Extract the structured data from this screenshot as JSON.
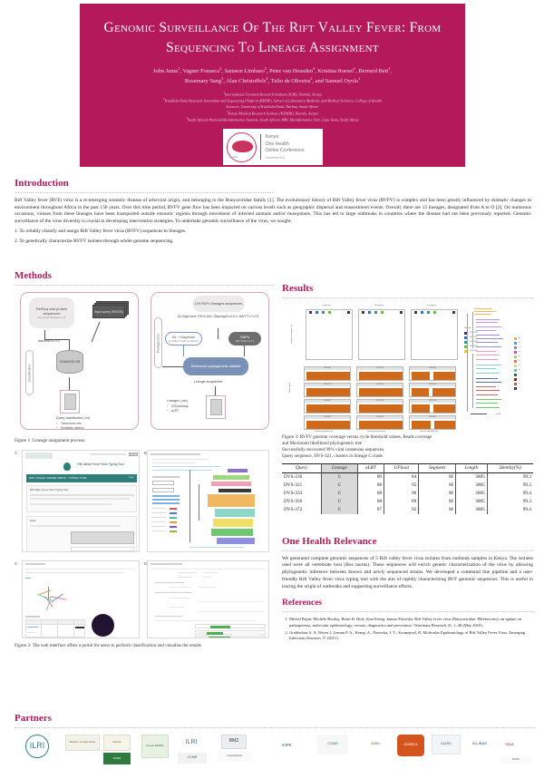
{
  "poster": {
    "title": "Genomic Surveillance of the Rift Valley fever: from Sequencing to Lineage assignment",
    "authors": "John Juma1, Vagner Fonseca2, Samson Limbaso3, Peter van Heusden4, Kristina Roesel1, Bernard Bett1, Rosemary Sang3, Alan Christoffels4, Tulio de Oliveira2, and Samuel Oyola1",
    "affiliations": [
      "1International Livestock Research Institute (ILRI), Nairobi, Kenya",
      "2KwaZulu-Natal Research Innovation and Sequencing Platform (KRISP), School of Laboratory Medicine and Medical Sciences, College of Health Sciences, University of KwaZulu-Natal, Durban, South Africa.",
      "3Kenya Medical Research Institute (KEMRI), Nairobi, Kenya",
      "4South African National Bioinformatics Institute, South African MRC Bioinformatics Unit, Cape Town, South Africa"
    ],
    "conference": {
      "line1": "Kenya",
      "line2": "One Health",
      "line3": "Online Conference",
      "dates": "December 6-8",
      "logo_caption": "AHH"
    },
    "banner_color": "#b4195a",
    "accent_color": "#b4195a"
  },
  "introduction": {
    "heading": "Introduction",
    "paragraph": "Rift Valley fever (RVF) virus is a re-emerging zoonotic disease of arboviral origin, and belonging to the Bunyaviridae family [1]. The evolutionary history of Rift Valley fever virus (RVFV) is complex and has been greatly influenced by dramatic changes to environment throughout Africa in the past 150 years. Over this time period, RVFV gene flow has been impacted on various levels such as geographic dispersal and reassortment events. Overall, there are 15 lineages, designated from A to O [2]. On numerous occasions, viruses from these lineages have been transported outside enzootic regions through movement of infected animals and/or mosquitoes. This has led to large outbreaks in countries where the disease had not been previously reported. Genomic surveillance of the virus diversity is crucial in developing intervention strategies. To undertake genomic surveillance of the virus, we sought:",
    "objectives": [
      "1. To reliably classify and assign Rift Valley fever virus (RVFV) sequences to lineages.",
      "2. To genetically characterize RVFV isolates through whole genome sequencing."
    ]
  },
  "methods": {
    "heading": "Methods",
    "diagram": {
      "panel_a_label": "Classification",
      "panel_b_label": "Phylogenetics",
      "nodes": {
        "refseq": "RefSeq viral protein sequences",
        "refseq_sub": "with protein download v2.10",
        "input_query": "Input query (FASTA)",
        "diamond_db": "DIAMOND DB",
        "diamond_version": "diamond v2.0.9",
        "lineage_seqs": "129 RVFv lineages sequences",
        "qc_align": "QC/Alignment: VIRULIGN, Seqmagick v0.8.4, MAFFT v7.475",
        "ml_bayes": "ML + Bayesian",
        "ml_bayes_sub": "IQ-TREE, PhyML and BEAST",
        "snps": "SNPs",
        "snps_sub": "SNP-SITES v2.5.1",
        "reference_dataset": "Reference phylogenetic dataset",
        "lineage_assignment": "Lineage assignment",
        "out_a_title": "Query classification (.txt)",
        "out_a_items": [
          "Taxonomic info",
          "Similarity metrics"
        ],
        "out_b_title": "Lineages (.csv)",
        "out_b_items": [
          "UFbootstrap",
          "aLRT"
        ]
      }
    },
    "figure1_caption": "Figure 1:  Lineage assignment process.",
    "figure2_caption": "Figure 2: The web interface offers a portal for users to perform classification and visualise the results",
    "webui": {
      "panel_a": "A",
      "panel_b": "B",
      "panel_c": "C",
      "panel_d": "D",
      "app_title": "Rift Valley Fever Virus Typing Tool",
      "navbar_title": "RIFT VALLEY FEVER VIRUS - TYPING TOOL",
      "nav_links": [
        "Home",
        "About",
        "Contact",
        "Help"
      ],
      "nav_button": "Login",
      "section_heading": "Rift Valley Fever Virus Typing Tool",
      "input_label": "Input",
      "upload_button": "Choose file",
      "submit_button": "Start subtyping",
      "results_heading": "RESULTS",
      "assignment_heading": "SEQUENCE ASSIGNMENT",
      "table_headers": [
        "Sequence",
        "Segment seq",
        "Genotype",
        "Report"
      ]
    }
  },
  "results": {
    "heading": "Results",
    "figure3_caption_lines": [
      "Figure 3: RVFV genome coverage versus cycle threshold values, Reads coverage",
      "and Maximum likelihood phylogenetic tree",
      "Successfully recovered 99% viral consensus sequences.",
      "Query sequence, DVS-321, clusters in lineage C clade."
    ],
    "table": {
      "headers": [
        "Query",
        "Lineage",
        "aLRT",
        "UFboot",
        "Segment",
        "Length",
        "Identity(%)"
      ],
      "rows": [
        [
          "DVS-230",
          "C",
          "89",
          "84",
          "M",
          "3885",
          "99.3"
        ],
        [
          "DVS-321",
          "C",
          "86",
          "95",
          "M",
          "3885",
          "99.3"
        ],
        [
          "DVS-333",
          "C",
          "88",
          "90",
          "M",
          "3885",
          "99.4"
        ],
        [
          "DVS-356",
          "C",
          "88",
          "89",
          "M",
          "3885",
          "99.3"
        ],
        [
          "DVS-372",
          "C",
          "87",
          "92",
          "M",
          "3885",
          "99.4"
        ]
      ]
    }
  },
  "chart_data": [
    {
      "type": "scatter",
      "title": "RVFV genome coverage versus cycle threshold values",
      "xlabel": "Ct value",
      "ylabel": "Genome coverage (%)",
      "panels": [
        "L-segment",
        "M-segment",
        "S-segment"
      ],
      "xlim": [
        20,
        36
      ],
      "ylim": [
        0,
        100
      ],
      "legend_title": "Sample",
      "legend": [
        "DVS-230",
        "DVS-321",
        "DVS-333",
        "DVS-356",
        "DVS-372"
      ],
      "legend_colors": [
        "#4b2b6b",
        "#2f6fb5",
        "#2e9a8a",
        "#6bbf3f",
        "#e8c52a"
      ],
      "series": [
        {
          "name": "DVS-230",
          "x": [
            21.5
          ],
          "y": [
            99.3
          ]
        },
        {
          "name": "DVS-321",
          "x": [
            23.0
          ],
          "y": [
            99.3
          ]
        },
        {
          "name": "DVS-333",
          "x": [
            27.5
          ],
          "y": [
            99.4
          ]
        },
        {
          "name": "DVS-356",
          "x": [
            31.0
          ],
          "y": [
            99.3
          ]
        },
        {
          "name": "DVS-372",
          "x": [
            34.0
          ],
          "y": [
            99.4
          ]
        }
      ]
    },
    {
      "type": "area",
      "title": "Reads coverage per sample and segment",
      "xlabel": "Genomic position (bp)",
      "ylabel": "Read depth",
      "grid_rows": [
        "DVS-230",
        "DVS-321",
        "DVS-333",
        "DVS-356",
        "DVS-372"
      ],
      "grid_cols": [
        "L-segment",
        "M-segment",
        "S-segment"
      ],
      "fill_color": "#cf6a1a"
    },
    {
      "type": "tree",
      "title": "Maximum likelihood phylogenetic tree",
      "legend_title": "Lineage",
      "legend": [
        "A",
        "B",
        "C",
        "D",
        "E",
        "F",
        "G",
        "H",
        "I",
        "J",
        "K",
        "L",
        "M",
        "N",
        "O"
      ],
      "legend_colors": [
        "#f2a83b",
        "#3fa9d6",
        "#8f7fd8",
        "#cf4fd0",
        "#a8d64a",
        "#f26b6b",
        "#f2d33b",
        "#3fd6c0",
        "#1f6f3f",
        "#8a1f1f",
        "#d64f1f",
        "#1f3f8a",
        "#6b6b6b",
        "#c0c0c0",
        "#2f8a2f"
      ],
      "scale_label": "0.002"
    }
  ],
  "one_health": {
    "heading": "One Health Relevance",
    "paragraph": "We generated complete genomic sequences of 5 Rift valley fever virus isolates from outbreak samples in Kenya. The isolates used were all vertebrate host (Bos taurus). These sequences will enrich genetic characterization of the virus by allowing phylogenetic inference between known and newly sequenced strains. We developed a command line pipeline and a user-friendly Rift Valley fever virus typing tool with the aim of rapidly characterizing RVF genomic sequences. This is useful in tracing the origin of outbreaks and supporting surveillance efforts."
  },
  "references": {
    "heading": "References",
    "items": [
      "Michel Pepin, Michèle Bouloy, Brian H. Bird, Alan Kemp, Janusz Paweska. Rift Valley fever virus (Bunyaviridae: Phlebovirus): an update on pathogenesis, molecular epidemiology, vectors, diagnostics and prevention. Veterinary Research 41, 1–40 (May 2010).",
      "Grobbelaar A. A, Weyer J, Leman P. A., Kemp, A., Paweska, J. T., Swanepoel, R. Molecular Epidemiology of Rift Valley Fever Virus. Emerging Infectious Diseases 17 (2011)."
    ]
  },
  "partners": {
    "heading": "Partners",
    "logos": [
      "ILRI",
      "Ministry of Agriculture",
      "MAAIF",
      "NARO",
      "Kenya Wildlife",
      "ILRI",
      "CGIAR",
      "BMZ",
      "Federal Ministry",
      "ICIPE",
      "CGIAR",
      "A4NH",
      "ASARECA",
      "KALRO",
      "AU-IBAR",
      "SIDA",
      "KEMRI"
    ]
  }
}
